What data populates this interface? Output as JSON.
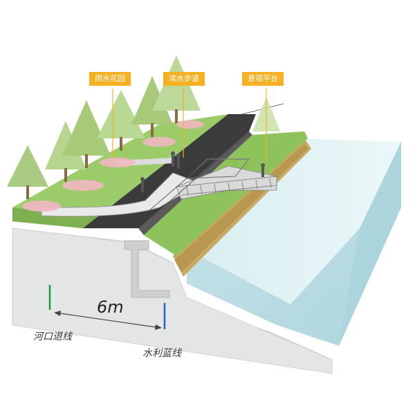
{
  "callouts": {
    "rain_garden": "雨水花园",
    "waterfront_path": "滨水步道",
    "viewing_platform": "景观平台"
  },
  "dimension": {
    "width_label": "6m"
  },
  "boundary_lines": {
    "river_setback": {
      "label": "河口退线",
      "color": "#1a9a3a"
    },
    "water_blue_line": {
      "label": "水利蓝线",
      "color": "#1f5fcf"
    }
  },
  "colors": {
    "callout_bg": "#f6b021",
    "grass": "#8cc65a",
    "path": "#3a3a3a",
    "water": "#c9e6ec",
    "soil": "#e7e8e8"
  }
}
